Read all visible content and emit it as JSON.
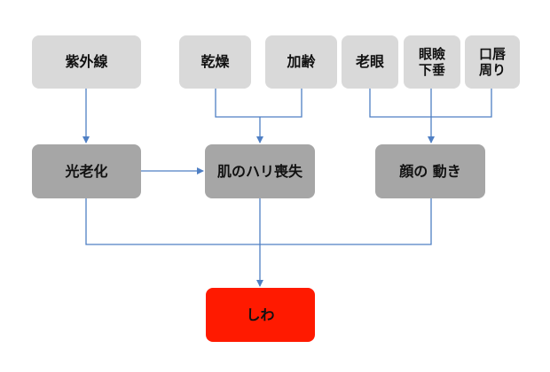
{
  "diagram": {
    "colors": {
      "cause": "#d9d9d9",
      "intermediate": "#a6a6a6",
      "result": "#ff1a00",
      "connector": "#4f7fc4"
    },
    "nodes": {
      "uv": "紫外線",
      "dryness": "乾燥",
      "aging": "加齢",
      "presbyopia": "老眼",
      "eyelid_ptosis": "眼瞼\n下垂",
      "mouth": "口唇\n周り",
      "photoaging": "光老化",
      "loss_of_elasticity": "肌のハリ喪失",
      "facial_movement": "顔の 動き",
      "wrinkles": "しわ"
    }
  }
}
